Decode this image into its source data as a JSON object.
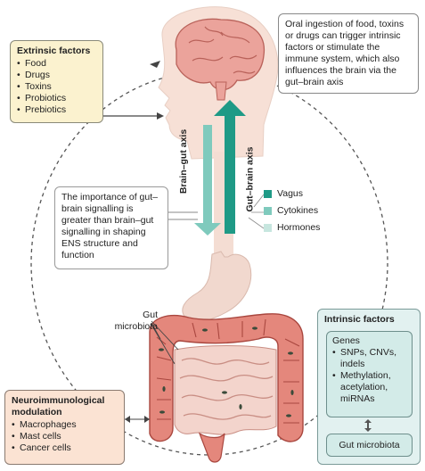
{
  "extrinsic": {
    "title": "Extrinsic factors",
    "items": [
      "Food",
      "Drugs",
      "Toxins",
      "Probiotics",
      "Prebiotics"
    ]
  },
  "oral_note": "Oral ingestion of food, toxins or drugs can trigger intrinsic factors or stimulate the immune system, which also influences the brain via the gut–brain axis",
  "importance_note": "The importance of gut–brain signalling is greater than brain–gut signalling in shaping ENS structure and function",
  "axes": {
    "brain_gut": "Brain–gut axis",
    "gut_brain": "Gut–brain axis"
  },
  "legend": [
    {
      "label": "Vagus",
      "color": "#1f9a86"
    },
    {
      "label": "Cytokines",
      "color": "#7fcabd"
    },
    {
      "label": "Hormones",
      "color": "#c7e6df"
    }
  ],
  "microbiota_label": "Gut microbiota",
  "neuro": {
    "title": "Neuroimmunological modulation",
    "items": [
      "Macrophages",
      "Mast cells",
      "Cancer cells"
    ]
  },
  "intrinsic": {
    "title": "Intrinsic factors",
    "genes_title": "Genes",
    "genes_items": [
      "SNPs, CNVs, indels",
      "Methylation, acetylation, miRNAs"
    ],
    "gut_microbiota": "Gut microbiota"
  },
  "colors": {
    "skin": "#f7e0d6",
    "brain": "#eba39b",
    "intestine": "#e4877c",
    "teal": "#1f9a86"
  }
}
